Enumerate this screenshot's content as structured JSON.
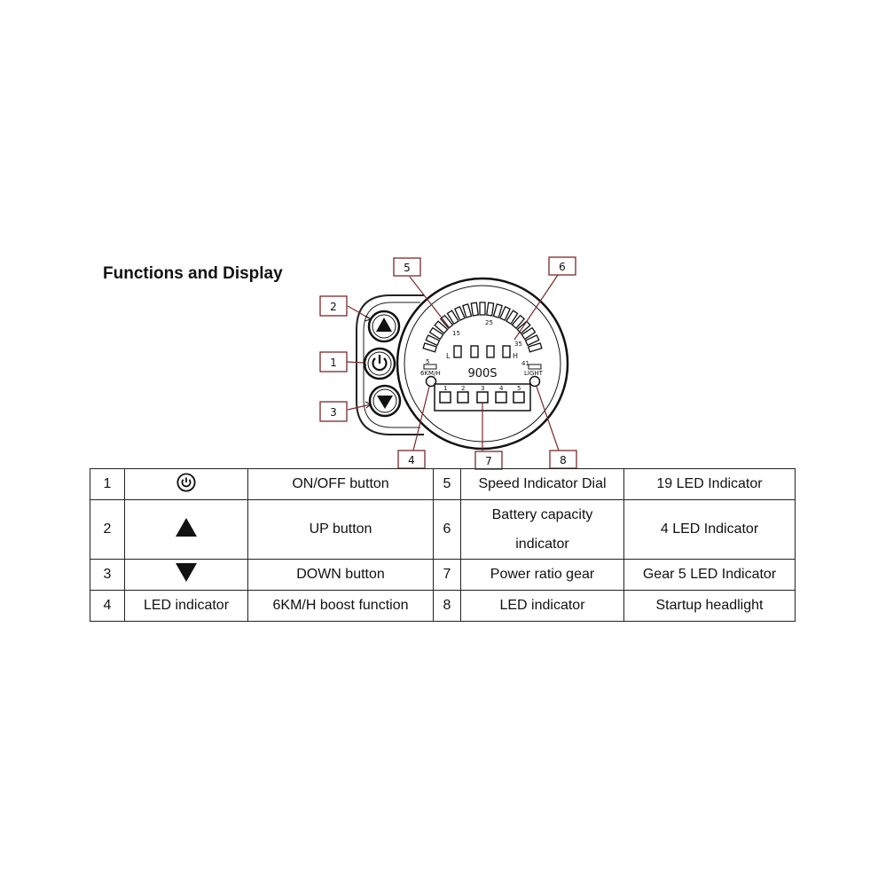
{
  "heading": "Functions and Display",
  "diagram": {
    "callouts": [
      "1",
      "2",
      "3",
      "4",
      "5",
      "6",
      "7",
      "8"
    ],
    "scale_labels": [
      "5",
      "15",
      "25",
      "35",
      "41"
    ],
    "left_label": "L",
    "right_label": "H",
    "model": "900S",
    "left_bottom_label": "6KM/H",
    "right_bottom_label": "LIGHT",
    "gear_numbers": [
      "1",
      "2",
      "3",
      "4",
      "5"
    ],
    "speed_led_count": 19,
    "battery_led_count": 4
  },
  "table": {
    "rows": [
      {
        "num": "1",
        "icon": "power-icon",
        "label": "ON/OFF button",
        "num2": "5",
        "name2": "Speed Indicator Dial",
        "desc2": "19 LED Indicator"
      },
      {
        "num": "2",
        "icon": "triangle-up-icon",
        "label": "UP button",
        "num2": "6",
        "name2_line1": "Battery capacity",
        "name2_line2": "indicator",
        "desc2": "4 LED Indicator"
      },
      {
        "num": "3",
        "icon": "triangle-down-icon",
        "label": "DOWN button",
        "num2": "7",
        "name2": "Power ratio gear",
        "desc2": "Gear 5 LED Indicator"
      },
      {
        "num": "4",
        "icon_text": "LED indicator",
        "label": "6KM/H boost function",
        "num2": "8",
        "name2": "LED indicator",
        "desc2": "Startup headlight"
      }
    ]
  }
}
